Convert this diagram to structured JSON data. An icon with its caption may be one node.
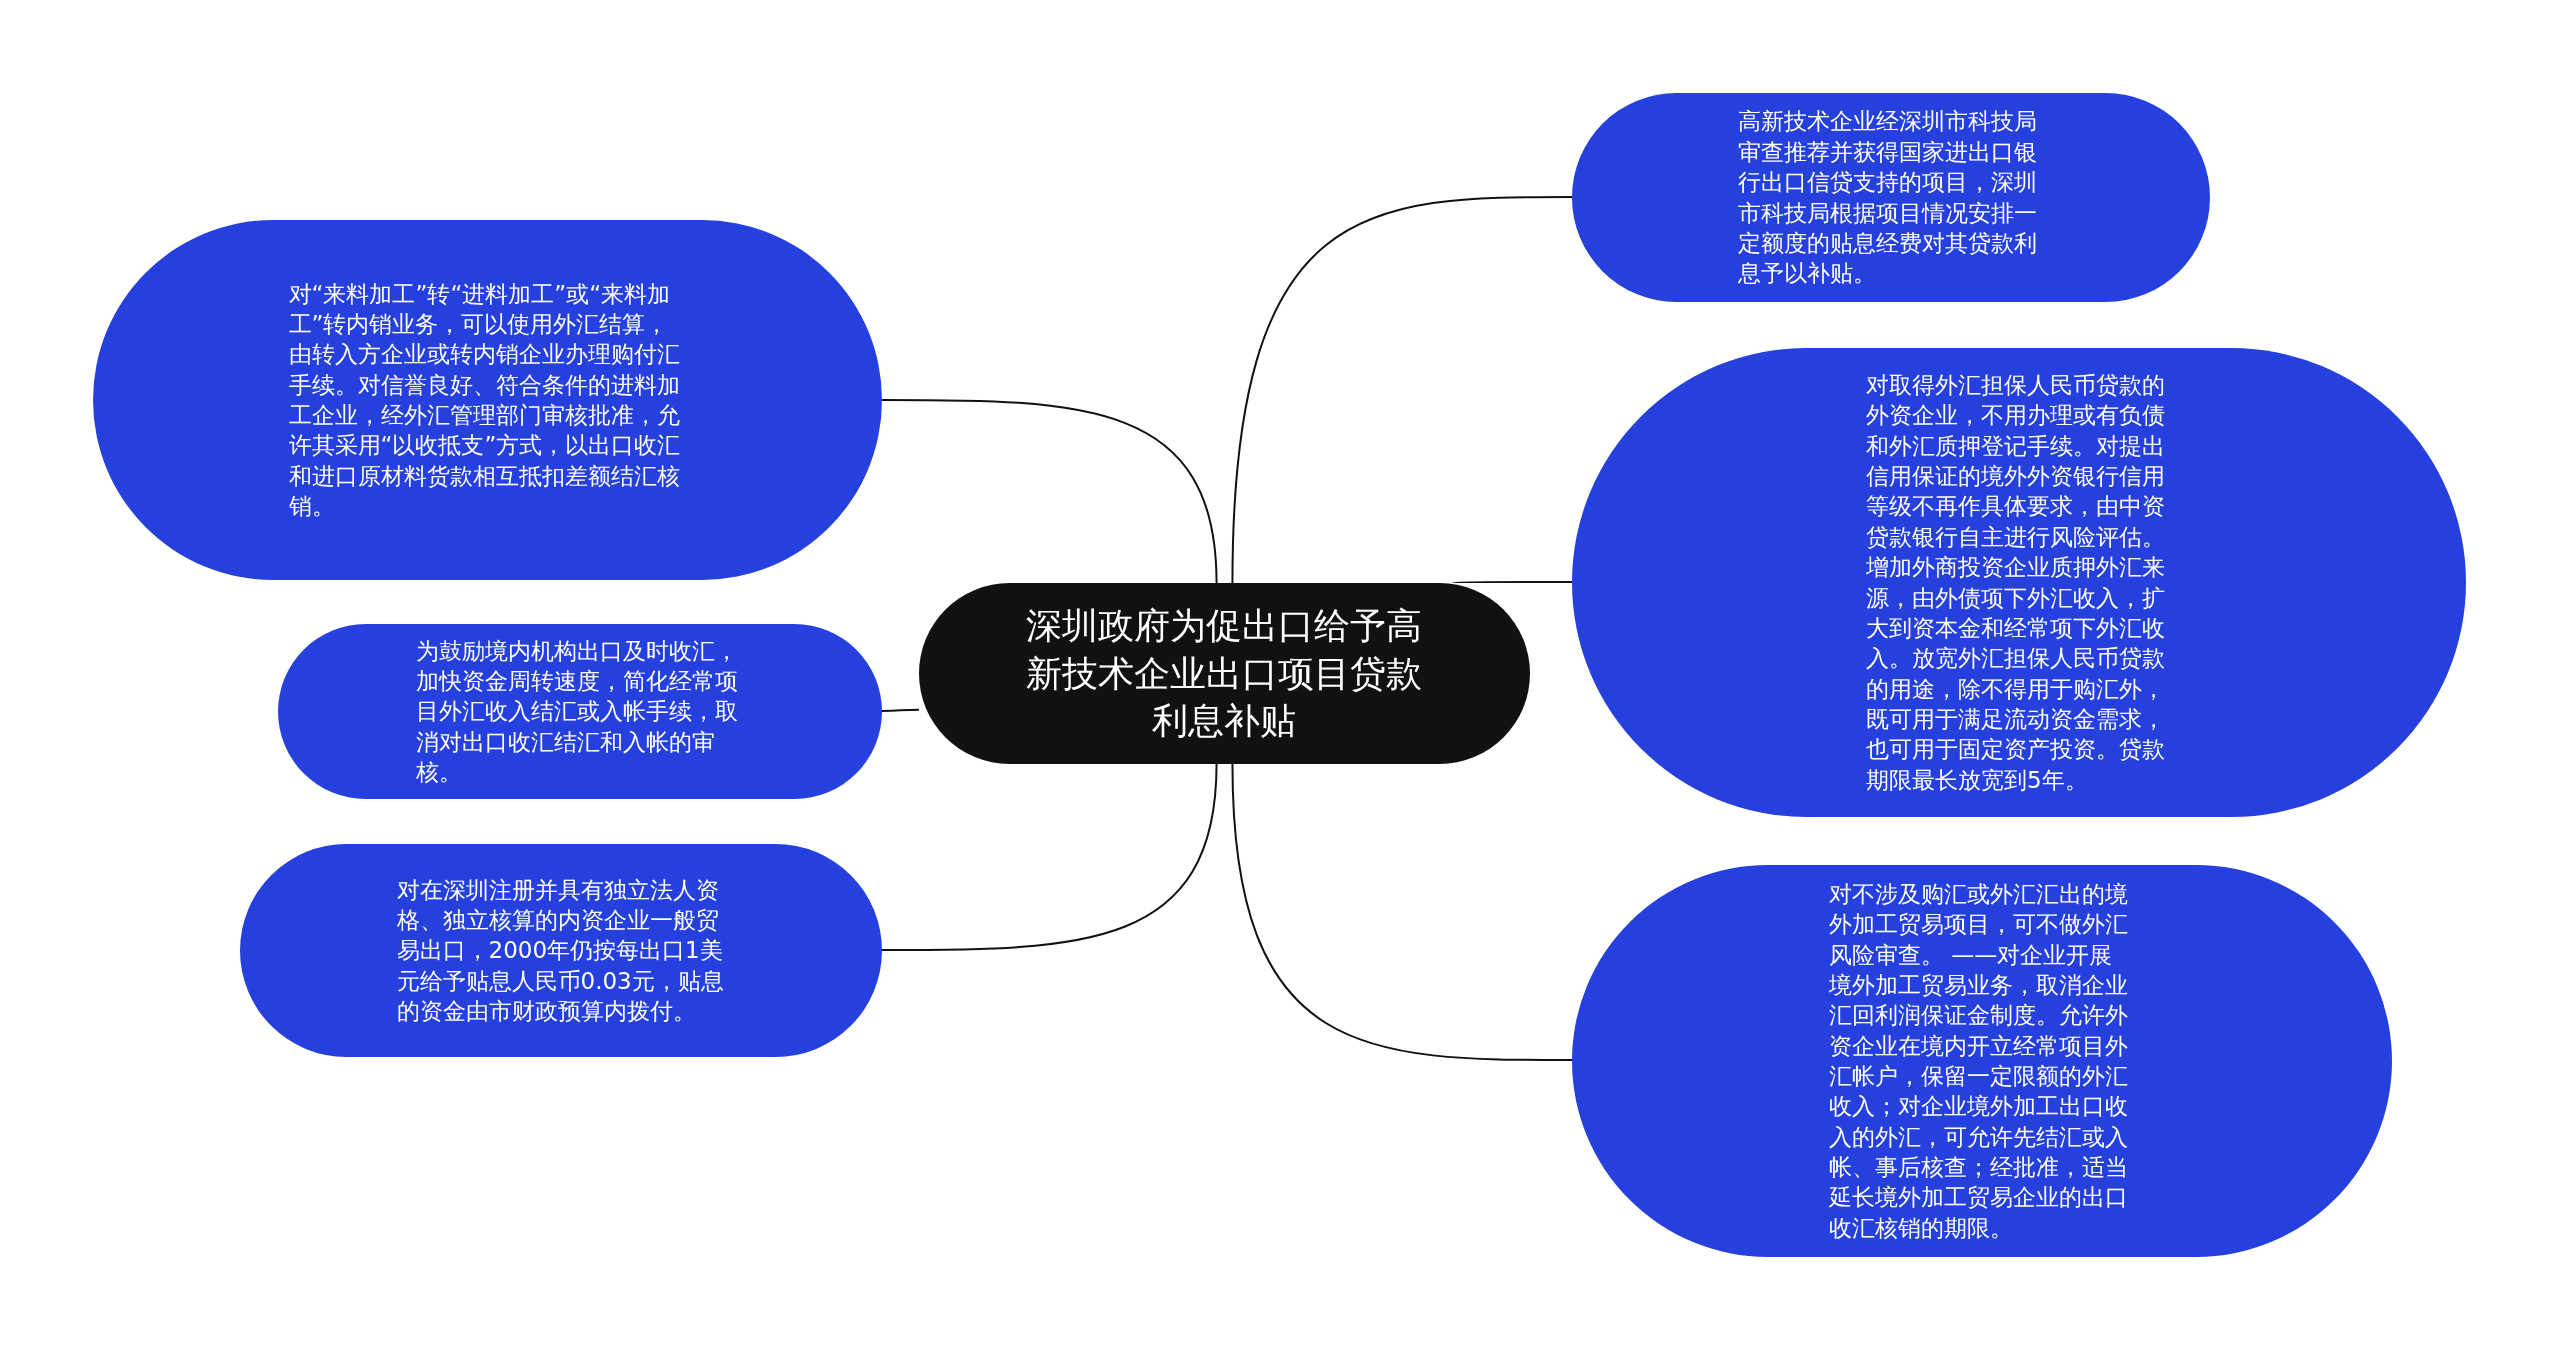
{
  "diagram": {
    "nodes": [
      {
        "text": [
          "深圳政府为促出口给予高新技术企业出口项目贷款利息补贴"
        ]
      },
      {
        "text": [
          "对“来料加工”转“进料加工”或“来料加工”转内销业务，可以使用外汇结算，由转入方企业或转内销企业办理购付汇手续。对信誉良好、符合条件的进料加工企业，经外汇管理部门审核批准，允许其采用“以收抵支”方式，以出口收汇和进口原材料货款相互抵扣差额结汇核销。"
        ]
      },
      {
        "text": [
          "为鼓励境内机构出口及时收汇，加快资金周转速度，简化经常项目外汇收入结汇或入帐手续，取消对出口收汇结汇和入帐的审核。"
        ]
      },
      {
        "text": [
          "对在深圳注册并具有独立法人资格、独立核算的内资企业一般贸易出口，2000年仍按每出口1美元给予贴息人民币0.03元，贴息的资金由市财政预算内拨付。"
        ]
      },
      {
        "text": [
          "高新技术企业经深圳市科技局审查推荐并获得国家进出口银行出口信贷支持的项目，深圳市科技局根据项目情况安排一定额度的贴息经费对其贷款利息予以补贴。"
        ]
      },
      {
        "text": [
          "对取得外汇担保人民币贷款的外资企业，不用办理或有负债和外汇质押登记手续。对提出信用保证的境外外资银行信用等级不再作具体要求，由中资贷款银行自主进行风险评估。增加外商投资企业质押外汇来源，由外债项下外汇收入，扩大到资本金和经常项下外汇收入。放宽外汇担保人民币贷款的用途，除不得用于购汇外，既可用于满足流动资金需求，也可用于固定资产投资。贷款期限最长放宽到5年。"
        ]
      },
      {
        "text": [
          "对不涉及购汇或外汇汇出的境外加工贸易项目，可不做外汇风险审查。 ——对企业开展境外加工贸易业务，取消企业汇回利润保证金制度。允许外资企业在境内开立经常项目外汇帐户，保留一定限额的外汇收入；对企业境外加工出口收入的外汇，可允许先结汇或入帐、事后核查；经批准，适当延长境外加工贸易企业的出口收汇核销的期限。"
        ]
      }
    ],
    "edges": [
      {
        "from": 0,
        "to": 1,
        "arrow": "none"
      },
      {
        "from": 0,
        "to": 2,
        "arrow": "none"
      },
      {
        "from": 0,
        "to": 3,
        "arrow": "none"
      },
      {
        "from": 0,
        "to": 4,
        "arrow": "none"
      },
      {
        "from": 0,
        "to": 5,
        "arrow": "none"
      },
      {
        "from": 0,
        "to": 6,
        "arrow": "none"
      }
    ]
  }
}
